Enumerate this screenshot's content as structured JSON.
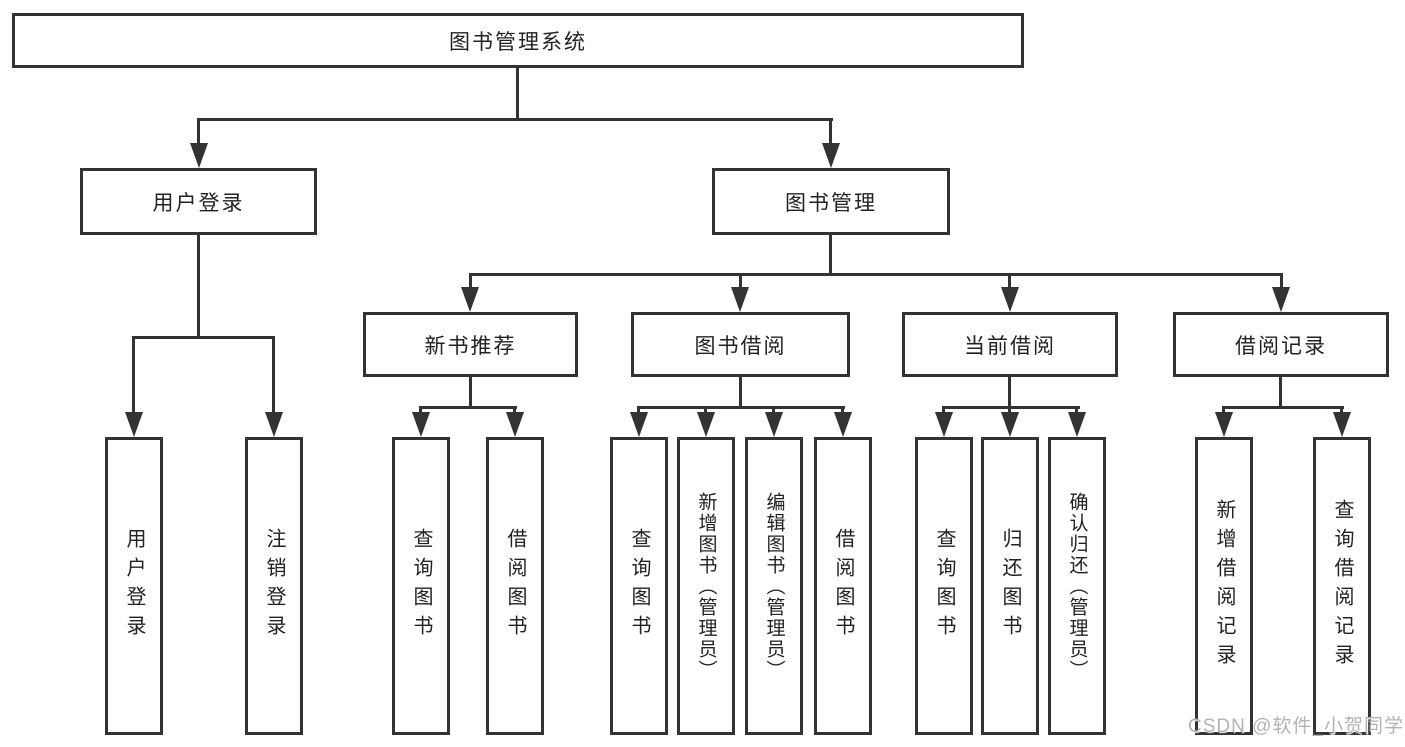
{
  "colors": {
    "line": "#333333",
    "box_border": "#333333",
    "box_fill": "#ffffff",
    "text": "#222222",
    "watermark": "#b3b3b3",
    "background": "#ffffff"
  },
  "watermark": {
    "text": "CSDN @软件_小贺同学"
  },
  "tree": {
    "root": {
      "label": "图书管理系统"
    },
    "branches": [
      {
        "label": "用户登录",
        "children": [
          {
            "label": "用户登录"
          },
          {
            "label": "注销登录"
          }
        ]
      },
      {
        "label": "图书管理",
        "modules": [
          {
            "label": "新书推荐",
            "children": [
              {
                "label": "查询图书"
              },
              {
                "label": "借阅图书"
              }
            ]
          },
          {
            "label": "图书借阅",
            "children": [
              {
                "label": "查询图书"
              },
              {
                "label": "新增图书（管理员）"
              },
              {
                "label": "编辑图书（管理员）"
              },
              {
                "label": "借阅图书"
              }
            ]
          },
          {
            "label": "当前借阅",
            "children": [
              {
                "label": "查询图书"
              },
              {
                "label": "归还图书"
              },
              {
                "label": "确认归还（管理员）"
              }
            ]
          },
          {
            "label": "借阅记录",
            "children": [
              {
                "label": "新增借阅记录"
              },
              {
                "label": "查询借阅记录"
              }
            ]
          }
        ]
      }
    ]
  }
}
